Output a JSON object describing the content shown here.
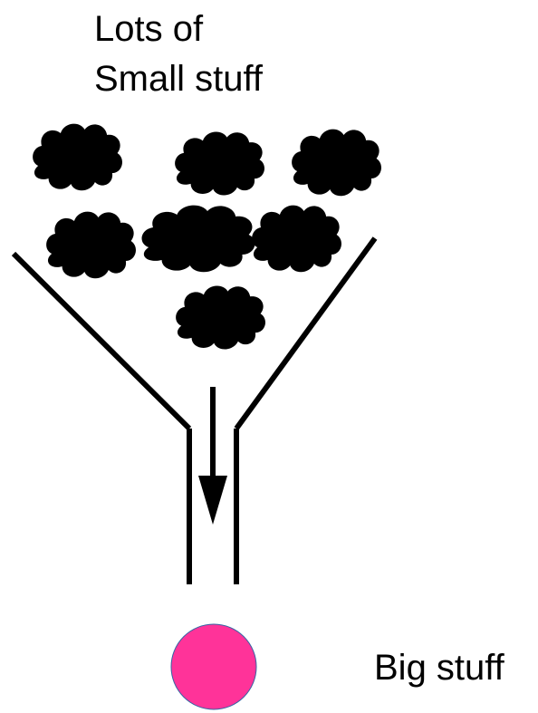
{
  "top_label": {
    "line1": "Lots of",
    "line2": "Small stuff"
  },
  "bottom_label": "Big stuff",
  "icons": {
    "clouds": "cloud-icon",
    "arrow": "down-arrow-icon",
    "funnel": "funnel-icon",
    "ball": "circle-icon"
  },
  "colors": {
    "cloud_fill": "#729fcf",
    "cloud_stroke": "#c9a27a",
    "ball_fill": "#ff3399",
    "ball_stroke": "#3465a4",
    "line": "#000000"
  }
}
